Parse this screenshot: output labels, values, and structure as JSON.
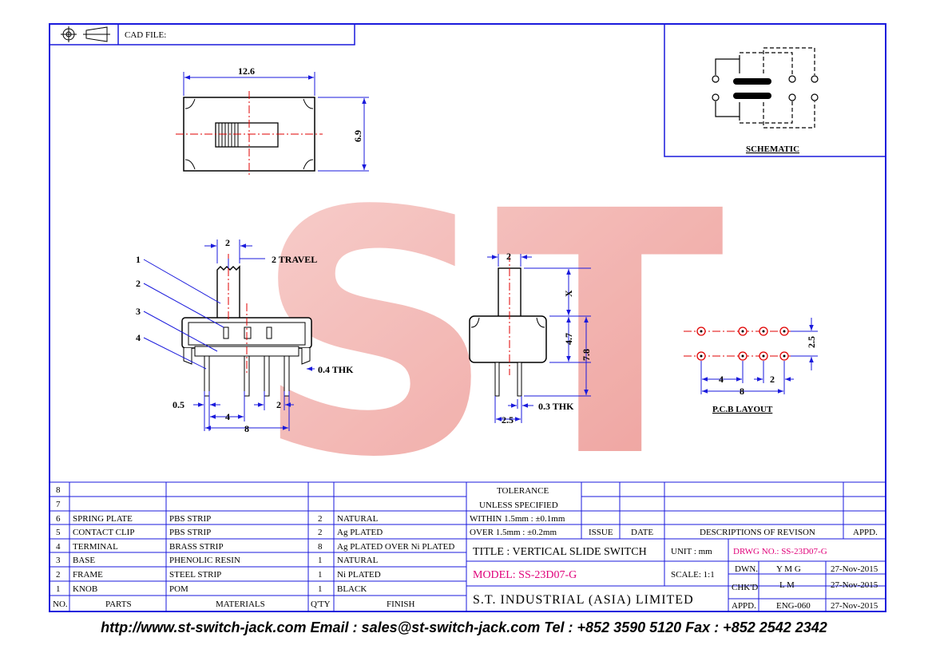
{
  "header": {
    "cad_label": "CAD FILE:"
  },
  "watermark": {
    "text": "ST"
  },
  "schematic": {
    "label": "SCHEMATIC"
  },
  "pcb": {
    "label": "P.C.B LAYOUT",
    "dim_pitch_v": "2.5",
    "dim_4": "4",
    "dim_2": "2",
    "dim_8": "8"
  },
  "top_view": {
    "width": "12.6",
    "height": "6.9"
  },
  "front_view": {
    "callouts": [
      "1",
      "2",
      "3",
      "4"
    ],
    "dim_knob": "2",
    "travel": "2 TRAVEL",
    "thk": "0.4 THK",
    "dim_05": "0.5",
    "dim_4": "4",
    "dim_2": "2",
    "dim_8": "8"
  },
  "side_view": {
    "dim_2": "2",
    "dim_x": "X",
    "dim_47": "4.7",
    "dim_78": "7.8",
    "dim_03": "0.3 THK",
    "dim_25": "2.5"
  },
  "tolerance": {
    "title1": "TOLERANCE",
    "title2": "UNLESS SPECIFIED",
    "within": "WITHIN 1.5mm : ±0.1mm",
    "over": "OVER    1.5mm : ±0.2mm"
  },
  "revision": {
    "issue": "ISSUE",
    "date": "DATE",
    "desc": "DESCRIPTIONS OF REVISON",
    "appd": "APPD."
  },
  "parts_header": {
    "no": "NO.",
    "parts": "PARTS",
    "materials": "MATERIALS",
    "qty": "Q'TY",
    "finish": "FINISH"
  },
  "parts": [
    {
      "no": "8",
      "part": "",
      "material": "",
      "qty": "",
      "finish": ""
    },
    {
      "no": "7",
      "part": "",
      "material": "",
      "qty": "",
      "finish": ""
    },
    {
      "no": "6",
      "part": "SPRING PLATE",
      "material": "PBS STRIP",
      "qty": "2",
      "finish": "NATURAL"
    },
    {
      "no": "5",
      "part": "CONTACT CLIP",
      "material": "PBS STRIP",
      "qty": "2",
      "finish": "Ag PLATED"
    },
    {
      "no": "4",
      "part": "TERMINAL",
      "material": "BRASS STRIP",
      "qty": "8",
      "finish": "Ag PLATED OVER Ni PLATED"
    },
    {
      "no": "3",
      "part": "BASE",
      "material": "PHENOLIC RESIN",
      "qty": "1",
      "finish": "NATURAL"
    },
    {
      "no": "2",
      "part": "FRAME",
      "material": "STEEL STRIP",
      "qty": "1",
      "finish": "Ni PLATED"
    },
    {
      "no": "1",
      "part": "KNOB",
      "material": "POM",
      "qty": "1",
      "finish": "BLACK"
    }
  ],
  "title_block": {
    "title": "TITLE : VERTICAL SLIDE SWITCH",
    "unit": "UNIT :  mm",
    "drwg": "DRWG NO.: SS-23D07-G",
    "model": "MODEL: SS-23D07-G",
    "scale": "SCALE:  1:1",
    "company": "S.T.  INDUSTRIAL  (ASIA)  LIMITED",
    "dwn_label": "DWN.",
    "dwn_name": "Y M G",
    "dwn_date": "27-Nov-2015",
    "chk_label": "CHK'D",
    "chk_name": "L M",
    "chk_date": "27-Nov-2015",
    "appd_label": "APPD.",
    "appd_name": "ENG-060",
    "appd_date": "27-Nov-2015"
  },
  "footer": {
    "text": "http://www.st-switch-jack.com  Email : sales@st-switch-jack.com  Tel : +852 3590 5120  Fax : +852 2542 2342"
  },
  "colors": {
    "frame": "#1a1adc",
    "dim": "#1a1adc",
    "center": "#e00000",
    "watermark": "#f2aaa8",
    "accent": "#e0007a"
  }
}
